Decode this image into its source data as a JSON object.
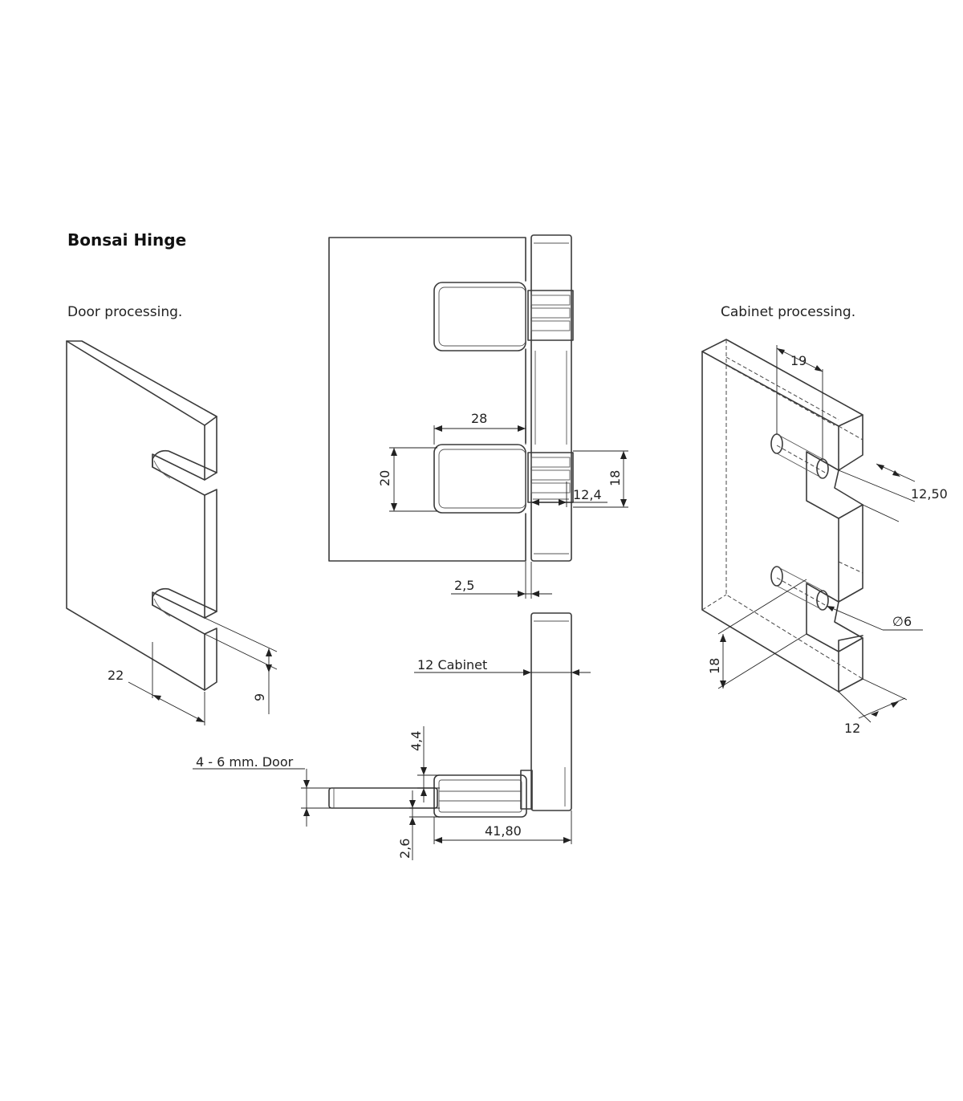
{
  "title": "Bonsai Hinge",
  "captions": {
    "door": "Door processing.",
    "cabinet": "Cabinet processing."
  },
  "dimensions": {
    "door_slot_depth": "22",
    "door_slot_width": "9",
    "leaf_width": "28",
    "leaf_height": "20",
    "knuckle_offset": "12,4",
    "knuckle_height": "18",
    "gap": "2,5",
    "cabinet_label": "12 Cabinet",
    "top_offset": "4,4",
    "door_label": "4 - 6 mm. Door",
    "bottom_offset": "2,6",
    "overall_depth": "41,80",
    "cab_hole_spacing": "19",
    "cab_depth": "12,50",
    "cab_diameter": "∅6",
    "cab_side_height": "18",
    "cab_thickness": "12"
  }
}
